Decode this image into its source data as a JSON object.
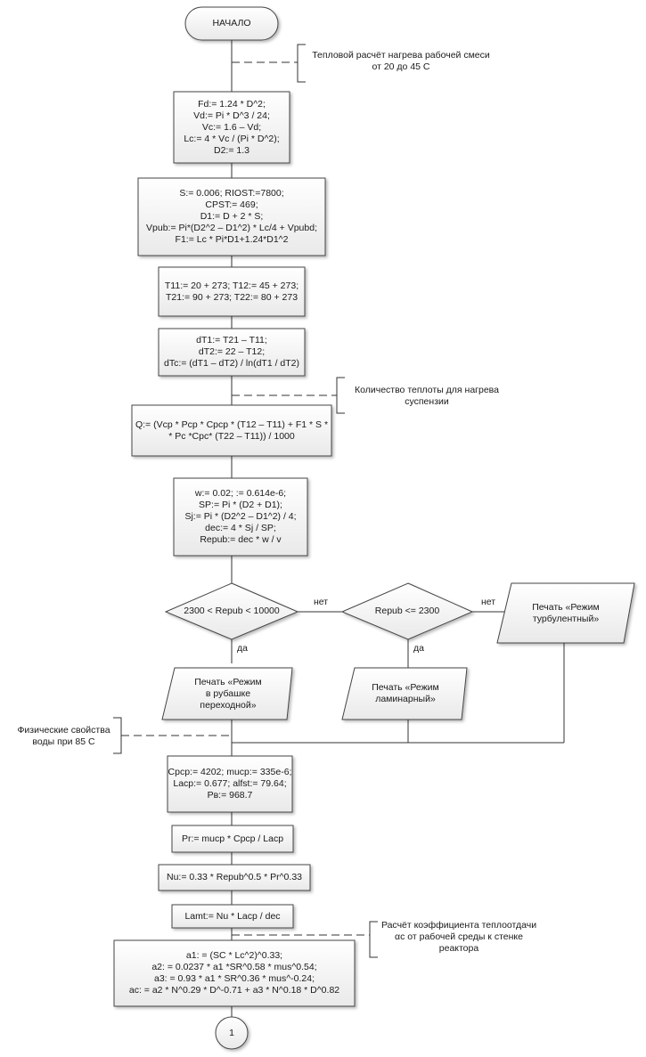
{
  "start": "НАЧАЛО",
  "notes": {
    "thermal": "Тепловой расчёт нагрева рабочей смеси\nот 20 до 45 С",
    "heat_amount": "Количество теплоты для нагрева\nсуспензии",
    "water": "Физические свойства\nводы при 85 С",
    "coeff": "Расчёт коэффициента теплоотдачи\nαс от рабочей среды к стенке\nреактора"
  },
  "blocks": {
    "b1": "Fd:= 1.24 * D^2;\nVd:= Pi * D^3 / 24;\nVc:= 1.6 – Vd;\nLc:= 4 * Vc / (Pi * D^2);\nD2:= 1.3",
    "b2": "S:= 0.006; RIOST:=7800;\nCPST:= 469;\nD1:= D + 2 * S;\nVpub:= Pi*(D2^2 – D1^2) * Lc/4 + Vpubd;\nF1:= Lc * Pi*D1+1.24*D1^2",
    "b3": "T11:= 20 + 273; T12:= 45 + 273;\nT21:= 90 + 273; T22:= 80 + 273",
    "b4": "dT1:= T21 – T11;\ndT2:= 22 – T12;\ndTc:= (dT1 – dT2) / ln(dT1 / dT2)",
    "b5": "Q:= (Vcp * Pcp * Cpcp * (T12 – T11) + F1 * S *\n* Pc *Cpc* (T22 – T11)) / 1000",
    "b6": "w:= 0.02; := 0.614e-6;\nSP:= Pi * (D2 + D1);\nSj:= Pi * (D2^2 – D1^2) / 4;\ndec:= 4 * Sj / SP;\nRepub:= dec * w / v",
    "b7": "Cpcp:= 4202; mucp:= 335e-6;\nLacp:= 0.677; alfst:= 79.64;\nPв:= 968.7",
    "b8": "Pr:= mucp * Cpcp / Lacp",
    "b9": "Nu:= 0.33 * Repub^0.5 * Pr^0.33",
    "b10": "Lamt:= Nu * Lacp / dec",
    "b11": "a1: = (SC * Lc^2)^0.33;\na2: = 0.0237 * a1 *SR^0.58 * mus^0.54;\na3: = 0.93 * a1 * SR^0.36 * mus^-0.24;\naс: = a2 * N^0.29 * D^-0.71 + a3 * N^0.18 * D^0.82"
  },
  "decisions": {
    "d1": "2300 < Repub < 10000",
    "d2": "Repub <= 2300"
  },
  "outputs": {
    "o1": "Печать «Режим\nв рубашке\nпереходной»",
    "o2": "Печать «Режим\nламинарный»",
    "o3": "Печать «Режим\nтурбулентный»"
  },
  "edges": {
    "yes": "да",
    "no": "нет"
  },
  "connector": "1"
}
